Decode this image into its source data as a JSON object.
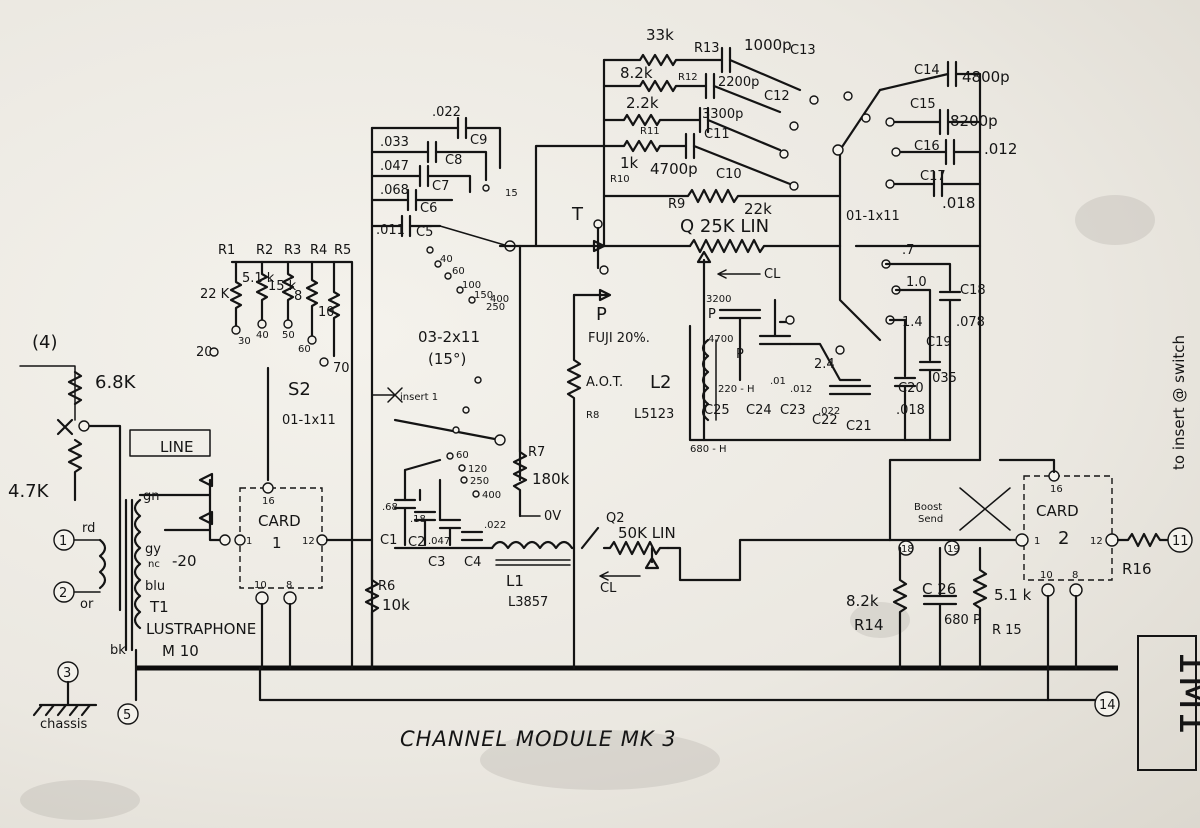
{
  "title": "CHANNEL MODULE MK 3",
  "corner_stamp": "1M1",
  "side_note": "to insert @ switch",
  "terminals": {
    "t1": "1",
    "t2": "2",
    "t3": "3",
    "t4": "(4)",
    "t5": "5",
    "t11": "11",
    "t14": "14",
    "chassis": "chassis"
  },
  "input": {
    "r_top": "6.8K",
    "r_mid": "4.7K",
    "line_label": "LINE",
    "transformer": "T1",
    "transformer_make": "LUSTRAPHONE",
    "transformer_model": "M 10",
    "wire_rd": "rd",
    "wire_or": "or",
    "wire_gn": "gn",
    "wire_gy": "gy",
    "wire_nc": "nc",
    "wire_blu": "blu",
    "wire_bk": "bk",
    "tap_minus20": "-20"
  },
  "s2": {
    "name": "S2",
    "type": "01-1x11",
    "pos20": "20",
    "pos70": "70",
    "r_labels": [
      "R1",
      "R2",
      "R3",
      "R4",
      "R5"
    ],
    "r_values": [
      "22 K",
      "5.1 k",
      "15 k",
      "8",
      "10"
    ],
    "steps": [
      "30",
      "40",
      "50",
      "60"
    ]
  },
  "card1": {
    "name": "CARD",
    "num": "1",
    "pin_a": "1",
    "pin_b": "12",
    "pin_c": "16",
    "pin_d": "10",
    "pin_e": "8"
  },
  "card2": {
    "name": "CARD",
    "num": "2",
    "pin_a": "1",
    "pin_b": "12",
    "pin_c": "16",
    "pin_d": "10",
    "pin_e": "8"
  },
  "caps_left": [
    {
      "val": ".022",
      "name": "C9"
    },
    {
      "val": ".033",
      "name": "C8"
    },
    {
      "val": ".047",
      "name": "C7"
    },
    {
      "val": ".068",
      "name": "C6"
    },
    {
      "val": ".011",
      "name": "C5"
    }
  ],
  "switch_mid": {
    "type": "03-2x11",
    "angle": "(15°)",
    "insert": "insert 1",
    "pos_labels": [
      "40",
      "60",
      "100",
      "150",
      "250",
      "400",
      "15"
    ]
  },
  "bottom_left": {
    "c1_vals": [
      ".68",
      ".18",
      ".047",
      ".022"
    ],
    "c_names": [
      "C1",
      "C2",
      "C3",
      "C4"
    ],
    "taps": [
      "60",
      "120",
      "250",
      "400"
    ],
    "l1": "L1",
    "l1_part": "L3857",
    "r6": "R6",
    "r6_val": "10k",
    "r7": "R7",
    "r7_val": "180k",
    "ov": "0V"
  },
  "center": {
    "t": "T",
    "p_top": "P",
    "p_bot": "P",
    "fuji": "FUJI 20%.",
    "aot": "A.O.T.",
    "r8": "R8",
    "l2": "L2",
    "l2_part": "L5123",
    "q2": "Q2",
    "q2_val": "50K LIN",
    "cl": "CL",
    "q_main": "Q 25K LIN",
    "cl2": "CL"
  },
  "top_rc": [
    {
      "r": "33k",
      "rn": "R13",
      "c": "1000p",
      "cn": "C13"
    },
    {
      "r": "8.2k",
      "rn": "R12",
      "c": "2200p",
      "cn": "C12"
    },
    {
      "r": "2.2k",
      "rn": "R11",
      "c": "3300p",
      "cn": "C11"
    },
    {
      "r": "1k",
      "rn": "R10",
      "c": "4700p",
      "cn": "C10"
    }
  ],
  "r9": {
    "name": "R9",
    "val": "22k"
  },
  "right_caps": [
    {
      "name": "C14",
      "val": "4800p"
    },
    {
      "name": "C15",
      "val": "8200p"
    },
    {
      "name": "C16",
      "val": ".012"
    },
    {
      "name": "C17",
      "val": ".018"
    }
  ],
  "switch_right": "01-1x11",
  "presence": {
    "taps": [
      ".7",
      "1.0",
      "1.4"
    ],
    "c18": "C18",
    "c18_val": ".078",
    "c19": "C19",
    "c19_val": ".035",
    "c20": "C20",
    "c20_val": ".018",
    "c21": "C21",
    "small": [
      "3200",
      "P",
      "4700",
      "P",
      "220 - H",
      "680 - H",
      "2.4",
      ".01",
      ".012",
      ".022"
    ],
    "lower": [
      "C25",
      "C24",
      "C23",
      "C22"
    ]
  },
  "output": {
    "r14": "R14",
    "r14_val": "8.2k",
    "c26": "C 26",
    "c26_val": "680 P",
    "r15": "R 15",
    "r15_val": "5.1 k",
    "r16": "R16",
    "boost": "Boost",
    "send": "Send",
    "pin_a": "18",
    "pin_b": "19"
  }
}
